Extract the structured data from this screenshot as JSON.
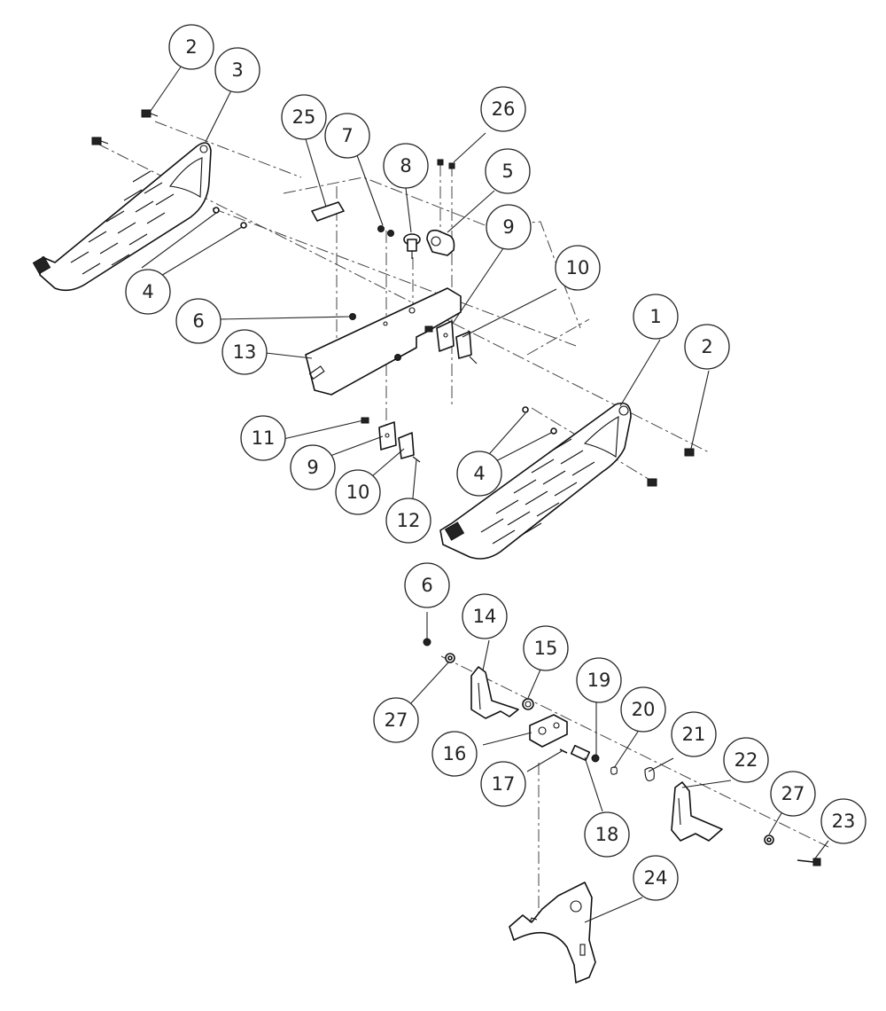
{
  "diagram": {
    "callouts": [
      "2",
      "3",
      "25",
      "7",
      "8",
      "26",
      "5",
      "9",
      "10",
      "4",
      "6",
      "13",
      "1",
      "2",
      "11",
      "9",
      "10",
      "4",
      "12",
      "6",
      "14",
      "15",
      "19",
      "20",
      "21",
      "27",
      "16",
      "17",
      "18",
      "22",
      "27",
      "23",
      "24"
    ],
    "icons": {
      "left_footplate": "footplate-left-icon",
      "right_footplate": "footplate-right-icon",
      "cross_bar": "cross-bar-icon",
      "sector_plate": "sector-plate-icon"
    },
    "colors": {
      "line": "#222222",
      "background": "#ffffff"
    }
  }
}
